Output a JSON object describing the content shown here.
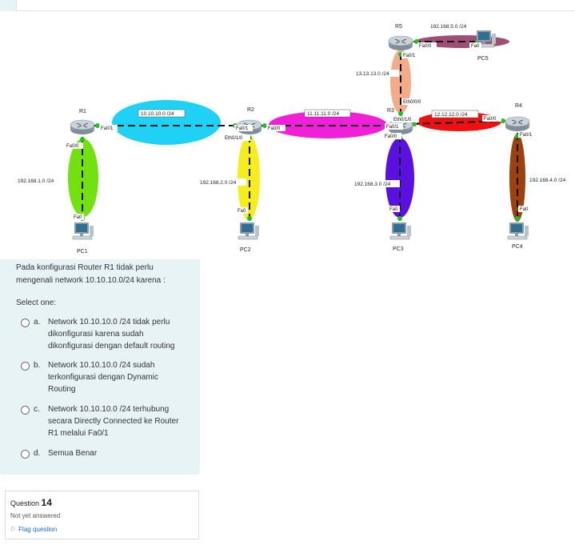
{
  "diagram": {
    "routers": [
      {
        "id": "r1",
        "label": "R1"
      },
      {
        "id": "r2",
        "label": "R2"
      },
      {
        "id": "r3",
        "label": "R3"
      },
      {
        "id": "r4",
        "label": "R4"
      },
      {
        "id": "r5",
        "label": "R5"
      }
    ],
    "pcs": [
      {
        "id": "pc1",
        "label": "PC1"
      },
      {
        "id": "pc2",
        "label": "PC2"
      },
      {
        "id": "pc3",
        "label": "PC3"
      },
      {
        "id": "pc4",
        "label": "PC4"
      },
      {
        "id": "pc5",
        "label": "PC5"
      }
    ],
    "networks": [
      {
        "id": "net-r1-r2",
        "label": "10.10.10.0 /24",
        "color": "#1fd1f5"
      },
      {
        "id": "net-r2-r3",
        "label": "11.11.11.0 /24",
        "color": "#f01fd8"
      },
      {
        "id": "net-r3-r4",
        "label": "12.12.12.0 /24",
        "color": "#ee1111"
      },
      {
        "id": "net-r3-r5",
        "label": "13.13.13.0 /24",
        "color": "#f3ab8a"
      },
      {
        "id": "net-r5-pc5",
        "label": "192.168.5.0 /24",
        "color": "#9e4f73"
      },
      {
        "id": "net-r1-pc1",
        "label": "192.168.1.0 /24",
        "color": "#73e00f"
      },
      {
        "id": "net-r2-pc2",
        "label": "192.168.2.0 /24",
        "color": "#f5ee1c"
      },
      {
        "id": "net-r3-pc3",
        "label": "192.168.3.0 /24",
        "color": "#5a10de"
      },
      {
        "id": "net-r4-pc4",
        "label": "192.168.4.0 /24",
        "color": "#9c4211"
      }
    ],
    "ports": {
      "r1_fa01": "Fa0/1",
      "r1_fa00": "Fa0/0",
      "pc1_fa0": "Fa0",
      "r2_fa01": "Fa0/1",
      "r2_fa00": "Fa0/0",
      "r2_eth010": "Eth0/1/0",
      "pc2_fa0": "Fa0",
      "r3_eth000": "Eth0/0/0",
      "r3_eth010": "Eth0/1/0",
      "r3_fa01": "Fa0/1",
      "r3_fa00": "Fa0/0",
      "pc3_fa0": "Fa0",
      "r4_fa00": "Fa0/0",
      "r4_fa01": "Fa0/1",
      "pc4_fa0": "Fa0",
      "r5_fa00": "Fa0/0",
      "r5_fa01": "Fa0/1",
      "pc5_fa0": "Fa0"
    }
  },
  "question": {
    "text": "Pada konfigurasi Router R1 tidak perlu mengenali network 10.10.10.0/24 karena :",
    "select_one": "Select one:",
    "options": [
      {
        "letter": "a.",
        "text": "Network 10.10.10.0 /24 tidak perlu dikonfigurasi karena sudah dikonfigurasi dengan default routing"
      },
      {
        "letter": "b.",
        "text": "Network 10.10.10.0 /24 sudah terkonfigurasi dengan Dynamic Routing"
      },
      {
        "letter": "c.",
        "text": "Network 10.10.10.0 /24 terhubung secara Directly Connected ke Router R1 melalui Fa0/1"
      },
      {
        "letter": "d.",
        "text": "Semua Benar"
      }
    ]
  },
  "info": {
    "question_prefix": "Question",
    "question_number": "14",
    "status": "Not yet answered",
    "flag_label": "Flag question",
    "flag_icon": "flag-icon"
  }
}
